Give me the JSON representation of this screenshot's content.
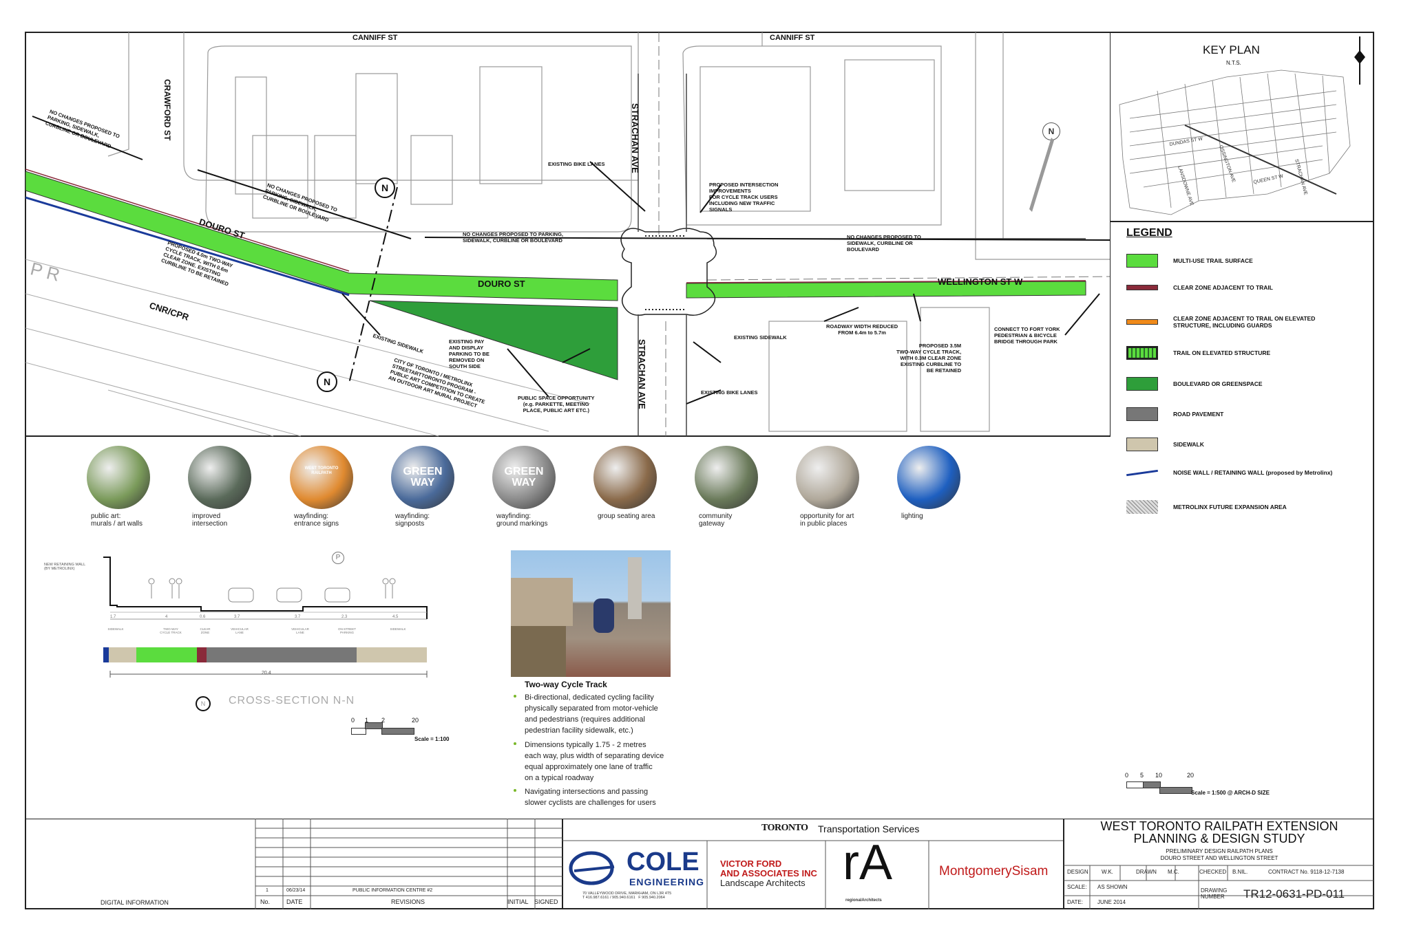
{
  "plan": {
    "streets": {
      "canniff_left": "CANNIFF ST",
      "canniff_right": "CANNIFF ST",
      "crawford": "CRAWFORD ST",
      "strachan_top": "STRACHAN AVE",
      "strachan_bottom": "STRACHAN AVE",
      "douro_diag": "DOURO ST",
      "douro_mid": "DOURO ST",
      "wellington": "WELLINGTON ST W",
      "cnr_cpr": "CNR/CPR",
      "pr": "P R"
    },
    "notes": {
      "no_changes_1": "NO CHANGES PROPOSED TO\nPARKING, SIDEWALK,\nCURBLINE OR BOULEVARD",
      "no_changes_2": "NO CHANGES PROPOSED TO\nPARKING, SIDEWALK,\nCURBLINE OR BOULEVARD",
      "no_changes_3": "NO CHANGES PROPOSED TO PARKING,\nSIDEWALK, CURBLINE OR BOULEVARD",
      "no_changes_4": "NO CHANGES PROPOSED TO\nSIDEWALK, CURBLINE OR\nBOULEVARD",
      "existing_bike_top": "EXISTING BIKE LANES",
      "existing_bike_bottom": "EXISTING BIKE LANES",
      "proposed_intersection": "PROPOSED INTERSECTION\nIMPROVEMENTS\nFOR CYCLE TRACK USERS\nINCLUDING NEW TRAFFIC\nSIGNALS",
      "proposed_4m": "PROPOSED 4.0m TWO-WAY\nCYCLE TRACK, WITH 0.6m\nCLEAR ZONE. EXISTING\nCURBLINE TO BE RETAINED",
      "existing_sidewalk_1": "EXISTING SIDEWALK",
      "existing_sidewalk_2": "EXISTING SIDEWALK",
      "existing_pay": "EXISTING PAY\nAND DISPLAY\nPARKING TO BE\nREMOVED ON\nSOUTH SIDE",
      "city_toronto": "CITY OF TORONTO / METROLINX\nSTREETARTTORONTO PROGRAM -\nPUBLIC ART COMPETITION TO CREATE\nAN OUTDOOR ART MURAL PROJECT",
      "public_space": "PUBLIC SPACE OPPORTUNITY\n(e.g. PARKETTE, MEETING\nPLACE, PUBLIC ART ETC.)",
      "roadway_width": "ROADWAY WIDTH REDUCED\nFROM 6.4m to 5.7m",
      "proposed_35": "PROPOSED 3.5M\nTWO-WAY CYCLE TRACK,\nWITH 0.3M CLEAR ZONE\nEXISTING CURBLINE TO\nBE RETAINED",
      "connect_fort_york": "CONNECT TO FORT YORK\nPEDESTRIAN & BICYCLE\nBRIDGE THROUGH PARK"
    },
    "north": "N"
  },
  "key_plan": {
    "title": "KEY PLAN",
    "subtitle": "N.T.S.",
    "streets": [
      "DUNDAS ST W",
      "OSSINGTON AVE",
      "LANSDOWNE AVE",
      "QUEEN ST W",
      "STRACHAN AVE"
    ]
  },
  "legend": {
    "title": "LEGEND",
    "items": [
      {
        "label": "MULTI-USE TRAIL SURFACE",
        "color": "#5bdc3e"
      },
      {
        "label": "CLEAR ZONE ADJACENT TO TRAIL",
        "color": "#8a2a3a"
      },
      {
        "label": "CLEAR ZONE ADJACENT TO TRAIL ON ELEVATED\nSTRUCTURE, INCLUDING GUARDS",
        "color": "#f08a1a"
      },
      {
        "label": "TRAIL ON ELEVATED STRUCTURE",
        "color": "#5bdc3e"
      },
      {
        "label": "BOULEVARD OR GREENSPACE",
        "color": "#2e9e3a"
      },
      {
        "label": "ROAD PAVEMENT",
        "color": "#777777"
      },
      {
        "label": "SIDEWALK",
        "color": "#cfc6ad"
      },
      {
        "label": "NOISE WALL / RETAINING WALL (proposed by Metrolinx)",
        "color": "#1a3a9a"
      },
      {
        "label": "METROLINX FUTURE EXPANSION AREA",
        "color": "#bbbbbb"
      }
    ]
  },
  "photos": [
    {
      "caption": "public art:\nmurals / art walls",
      "color": "#7a9a5a"
    },
    {
      "caption": "improved\nintersection",
      "color": "#5a6a5a"
    },
    {
      "caption": "wayfinding:\nentrance signs",
      "color": "#e08a30",
      "inner": "WEST TORONTO\nRAILPATH"
    },
    {
      "caption": "wayfinding:\nsignposts",
      "color": "#4a6a9a",
      "inner": "GREEN\nWAY"
    },
    {
      "caption": "wayfinding:\nground markings",
      "color": "#8a8a8a",
      "inner": "GREEN\nWAY"
    },
    {
      "caption": "group seating area",
      "color": "#8a6a4a"
    },
    {
      "caption": "community\ngateway",
      "color": "#6a7a5a"
    },
    {
      "caption": "opportunity for art\nin public places",
      "color": "#b0a89a"
    },
    {
      "caption": "lighting",
      "color": "#1e5fc0"
    }
  ],
  "cross_section": {
    "title": "CROSS-SECTION  N-N",
    "wall_note": "NEW RETAINING WALL\n(BY METROLINX)",
    "parking_symbol": "P",
    "north_symbol": "N",
    "dims": [
      "1.7",
      "4",
      "0.6",
      "3.7",
      "3.7",
      "2.3",
      "4.5"
    ],
    "lanes": [
      "SIDEWALK",
      "TWO-WAY\nCYCLE TRACK",
      "CLEAR\nZONE",
      "VEHICULAR\nLANE",
      "VEHICULAR\nLANE",
      "ON-STREET\nPARKING",
      "SIDEWALK"
    ],
    "total": "20.4",
    "scale_ticks": [
      "0",
      "1",
      "2",
      "20"
    ],
    "scale_label": "Scale = 1:100"
  },
  "cycle_track": {
    "title": "Two-way Cycle Track",
    "bullets": [
      "Bi-directional, dedicated cycling facility\nphysically separated from motor-vehicle\nand pedestrians (requires additional\npedestrian facility sidewalk, etc.)",
      "Dimensions typically 1.75 - 2 metres\neach way, plus width of separating device\nequal approximately one lane of traffic\non a typical roadway",
      "Navigating intersections and passing\nslower cyclists are challenges for users"
    ]
  },
  "plan_scale": {
    "ticks": [
      "0",
      "5",
      "10",
      "20"
    ],
    "label": "Scale = 1:500 @ ARCH-D SIZE"
  },
  "title_block": {
    "digital_info": "DIGITAL INFORMATION",
    "rev_no": "1",
    "rev_date": "06/23/14",
    "rev_desc": "PUBLIC INFORMATION CENTRE #2",
    "col_no": "No.",
    "col_date": "DATE",
    "col_revisions": "REVISIONS",
    "col_initial": "INITIAL",
    "col_signed": "SIGNED",
    "toronto": "TORONTO",
    "transportation": "Transportation Services",
    "cole_1": "COLE",
    "cole_2": "ENGINEERING",
    "cole_addr": "70 VALLEYWOOD DRIVE, MARKHAM, ON L3R 4T5\nT 416.987.6161 / 905.940.6161   F 905.940.2064",
    "victor_1": "VICTOR FORD",
    "victor_2": "AND ASSOCIATES INC",
    "victor_3": "Landscape Architects",
    "ra": "rA",
    "ra_sub": "regionalArchitects",
    "montgomery": "MontgomerySisam",
    "project_1": "WEST TORONTO RAILPATH EXTENSION",
    "project_2": "PLANNING & DESIGN STUDY",
    "sub_1": "PRELIMINARY DESIGN RAILPATH PLANS",
    "sub_2": "DOURO STREET AND WELLINGTON STREET",
    "design_lbl": "DESIGN",
    "design_val": "W.K.",
    "drawn_lbl": "DRAWN",
    "drawn_val": "M.C.",
    "checked_lbl": "CHECKED",
    "checked_val": "B.NIL.",
    "contract": "CONTRACT No. 9118-12-7138",
    "scale_lbl": "SCALE:",
    "scale_val": "AS SHOWN",
    "date_lbl": "DATE:",
    "date_val": "JUNE 2014",
    "drawing_lbl": "DRAWING\nNUMBER",
    "drawing_val": "TR12-0631-PD-011"
  }
}
